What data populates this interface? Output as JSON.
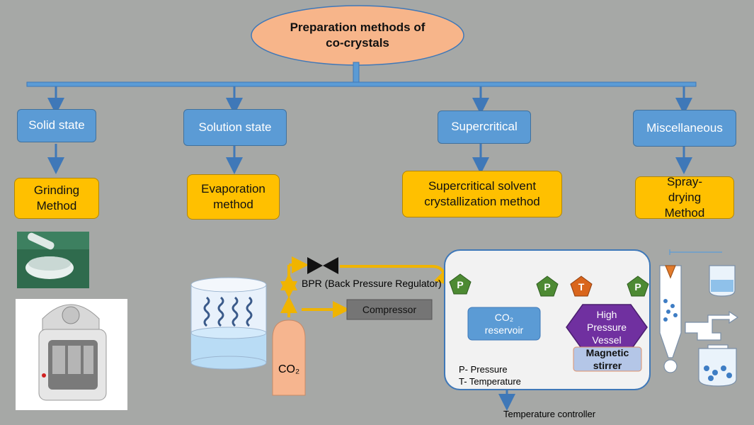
{
  "title": "Preparation methods of co-crystals",
  "categories": [
    {
      "label": "Solid state",
      "method": "Grinding Method"
    },
    {
      "label": "Solution state",
      "method": "Evaporation method"
    },
    {
      "label": "Supercritical",
      "method": "Supercritical solvent crystallization method"
    },
    {
      "label": "Miscellaneous",
      "method": "Spray-drying Method"
    }
  ],
  "supercritical_setup": {
    "bpr_label": "BPR (Back Pressure Regulator)",
    "compressor": "Compressor",
    "co2_tank": "CO₂",
    "reservoir": "CO₂ reservoir",
    "vessel": "High Pressure Vessel",
    "stirrer": "Magnetic stirrer",
    "gauge_p": "P",
    "gauge_t": "T",
    "legend_p": "P- Pressure",
    "legend_t": "T- Temperature",
    "temp_controller": "Temperature controller"
  },
  "colors": {
    "background": "#a6a8a6",
    "title_fill": "#f7b58a",
    "category_fill": "#5b9bd5",
    "method_fill": "#ffc000",
    "arrow_yellow": "#f0b400",
    "gauge_green": "#4d8a33",
    "gauge_orange": "#d9651c",
    "vessel_purple": "#7030a0",
    "stirrer_fill": "#b4c6e7"
  }
}
